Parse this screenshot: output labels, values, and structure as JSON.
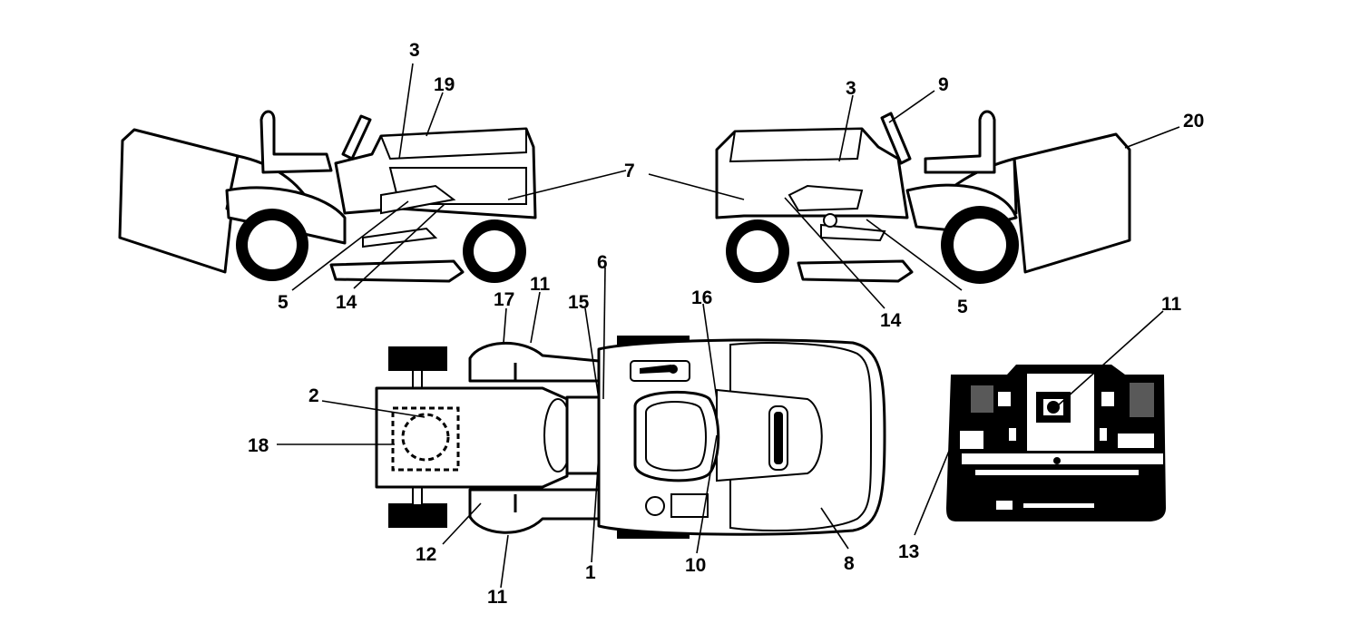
{
  "diagram": {
    "left_view_labels": {
      "a": "3",
      "b": "19",
      "c": "7",
      "d": "5",
      "e": "14"
    },
    "right_view_labels": {
      "a": "3",
      "b": "9",
      "c": "20",
      "d": "7",
      "e": "14",
      "f": "5"
    },
    "top_view_labels": {
      "a": "17",
      "b": "11",
      "c": "15",
      "d": "6",
      "e": "16",
      "f": "2",
      "g": "18",
      "h": "12",
      "i": "11",
      "j": "1",
      "k": "10",
      "l": "8"
    },
    "rear_view_labels": {
      "a": "11",
      "b": "13"
    }
  }
}
